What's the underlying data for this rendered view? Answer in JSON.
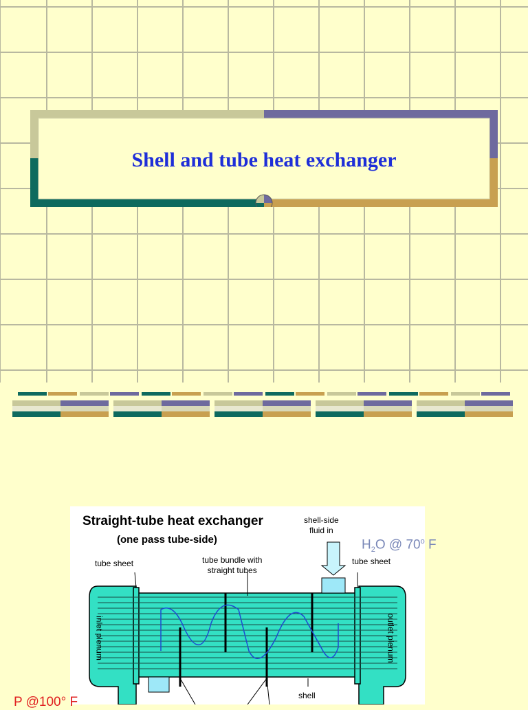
{
  "slide": {
    "title": "Shell and tube heat exchanger",
    "colors": {
      "background": "#FFFFCC",
      "grid_line": "#B8B8A0",
      "title_text": "#1E2ED8",
      "frame_khaki": "#C8C89A",
      "frame_purple": "#6E6A9E",
      "frame_teal": "#0E6A5E",
      "frame_gold": "#C8A050",
      "tube_fill": "#33E0C4"
    }
  },
  "diagram": {
    "title": "Straight-tube heat exchanger",
    "subtitle": "(one pass tube-side)",
    "labels": {
      "shell_side_fluid_in": [
        "shell-side",
        "fluid in"
      ],
      "tube_sheet_left": "tube sheet",
      "tube_sheet_right": "tube sheet",
      "tube_bundle": [
        "tube bundle with",
        "straight tubes"
      ],
      "inlet_plenum": "inlet plenum",
      "outlet_plenum": "outlet plenum",
      "shell": "shell"
    }
  },
  "annotations": {
    "water_note": {
      "main": "H",
      "sub": "2",
      "rest": "O  @  70",
      "sup": "o",
      "unit": " F"
    },
    "red_note": "P        @100° F"
  }
}
